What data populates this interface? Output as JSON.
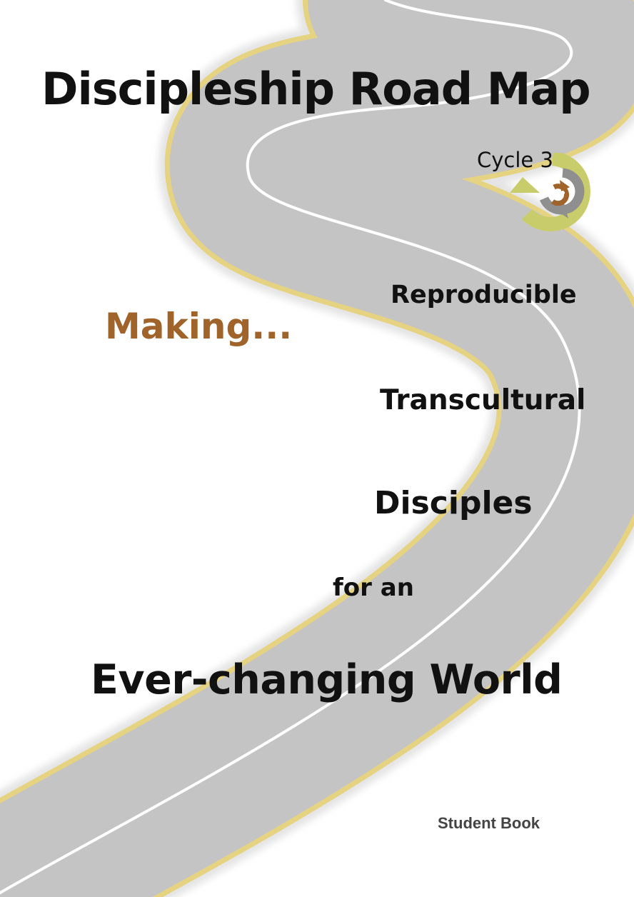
{
  "cover": {
    "title": "Discipleship Road Map",
    "cycle_label": "Cycle 3",
    "lead_word": "Making...",
    "subtitle_lines": [
      "Reproducible",
      "Transcultural",
      "Disciples",
      "for an",
      "Ever-changing World"
    ],
    "edition": "Student Book"
  },
  "icons": {
    "road": "winding-road-illustration",
    "cycle": "cycle-arrows-icon"
  },
  "colors": {
    "road_asphalt": "#c4c4c4",
    "road_edge_line": "#e6d382",
    "road_center_line": "#ffffff",
    "lead_word": "#a0632a",
    "cycle_outer_arrow": "#c9cc6a",
    "cycle_middle_arrow": "#8f8f8f",
    "cycle_inner_arrow": "#a0632a",
    "text": "#111111"
  }
}
